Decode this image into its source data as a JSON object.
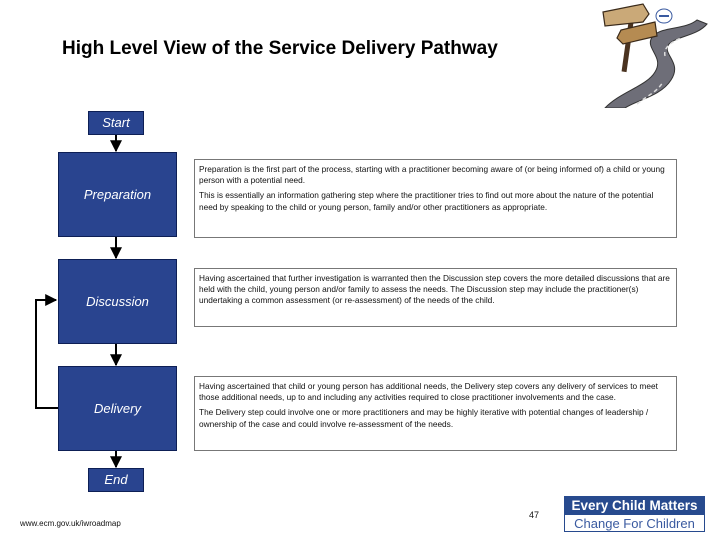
{
  "title": "High Level View of the Service Delivery Pathway",
  "start_label": "Start",
  "end_label": "End",
  "steps": [
    {
      "label": "Preparation",
      "paragraphs": [
        "Preparation is the first part of the process, starting with a practitioner becoming aware of (or being informed of) a child or young person with a potential need.",
        "This is essentially an information gathering step where the practitioner tries to find out more about the nature of the potential need by speaking to the child or young person, family and/or other practitioners as appropriate."
      ]
    },
    {
      "label": "Discussion",
      "paragraphs": [
        "Having ascertained that further investigation is warranted then the Discussion step covers the more detailed discussions that are held with the child, young person and/or family to assess the needs. The Discussion step may include the practitioner(s) undertaking a common assessment (or re-assessment) of the needs of the child."
      ]
    },
    {
      "label": "Delivery",
      "paragraphs": [
        "Having ascertained that child or young person has additional needs, the Delivery step covers any delivery of services to meet those additional needs, up to and including any activities required to close practitioner involvements and the case.",
        "The Delivery step could involve one or more practitioners and may be highly iterative with potential changes of leadership / ownership of the case and could involve re-assessment of the needs."
      ]
    }
  ],
  "footer": {
    "url": "www.ecm.gov.uk/iwroadmap",
    "page_number": "47"
  },
  "logo": {
    "line1": "Every Child Matters",
    "line2": "Change For Children"
  },
  "colors": {
    "box_fill": "#29448f",
    "logo_blue": "#274a8e"
  },
  "icons": {
    "roadmap": "signpost-road-icon"
  }
}
